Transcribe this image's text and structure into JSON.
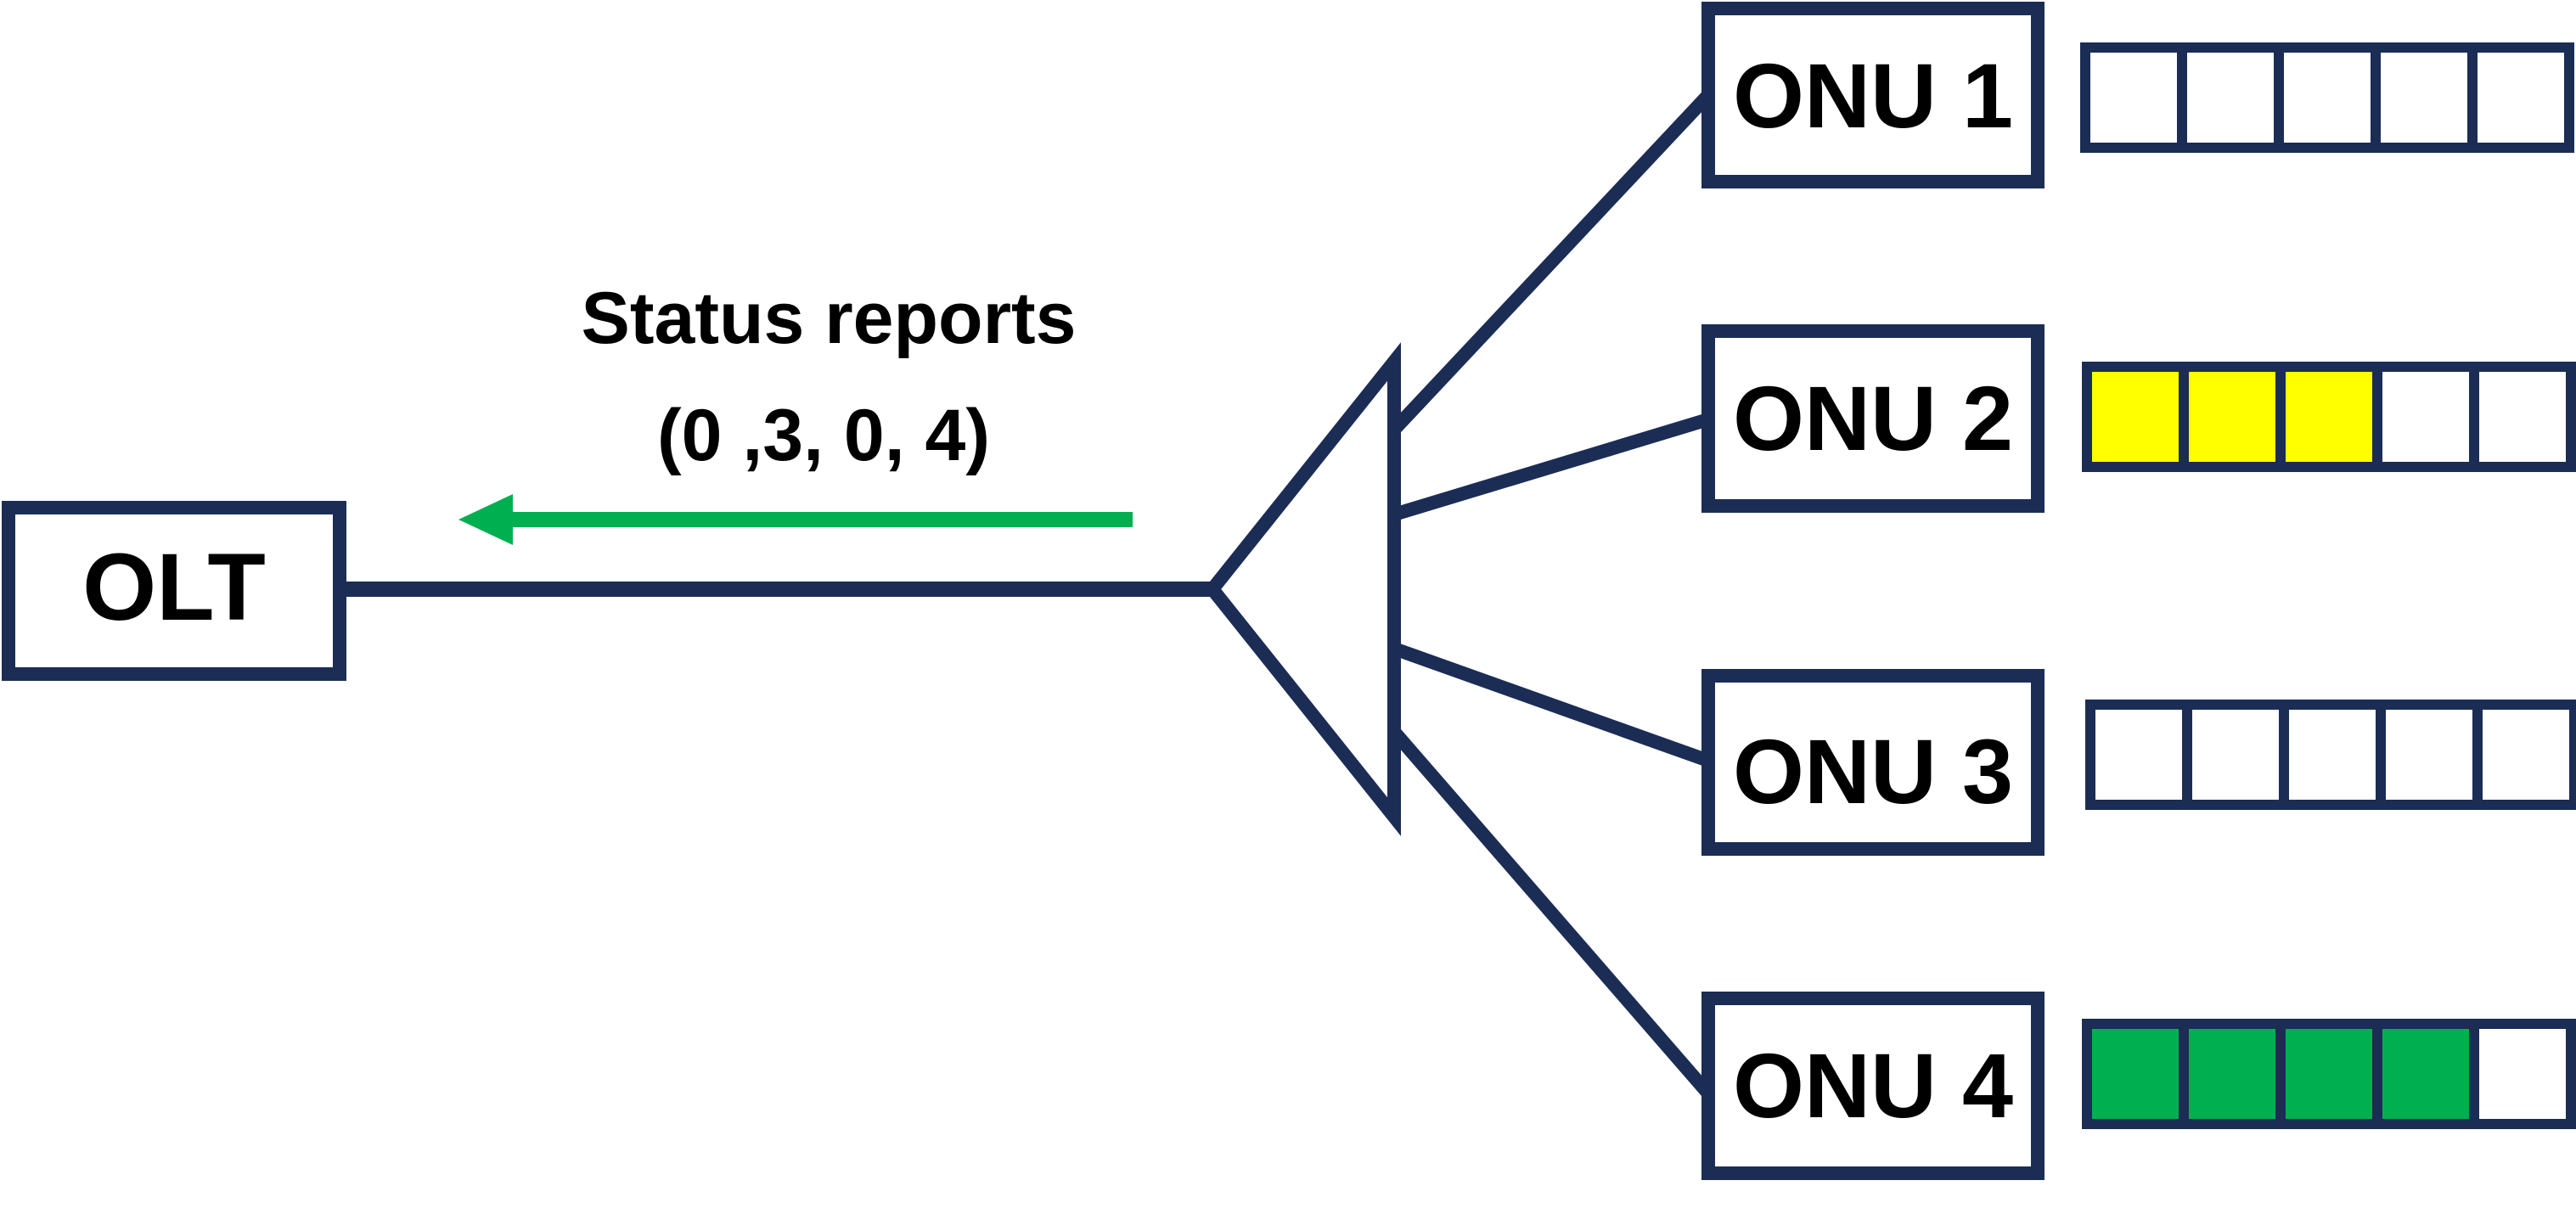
{
  "colors": {
    "line": "#1b2d55",
    "arrow": "#00b050",
    "queue_empty": "#ffffff",
    "queue_onu2": "#ffff00",
    "queue_onu4": "#00b050"
  },
  "olt": {
    "label": "OLT"
  },
  "splitter": {
    "icon": "triangle-splitter-icon"
  },
  "annotation": {
    "line1": "Status reports",
    "line2": "(0 ,3, 0, 4)"
  },
  "onus": [
    {
      "label": "ONU 1",
      "queue_slots": 5,
      "queue_filled": 0,
      "fill_color": "#ffffff"
    },
    {
      "label": "ONU 2",
      "queue_slots": 5,
      "queue_filled": 3,
      "fill_color": "#ffff00"
    },
    {
      "label": "ONU 3",
      "queue_slots": 5,
      "queue_filled": 0,
      "fill_color": "#ffffff"
    },
    {
      "label": "ONU 4",
      "queue_slots": 5,
      "queue_filled": 4,
      "fill_color": "#00b050"
    }
  ]
}
